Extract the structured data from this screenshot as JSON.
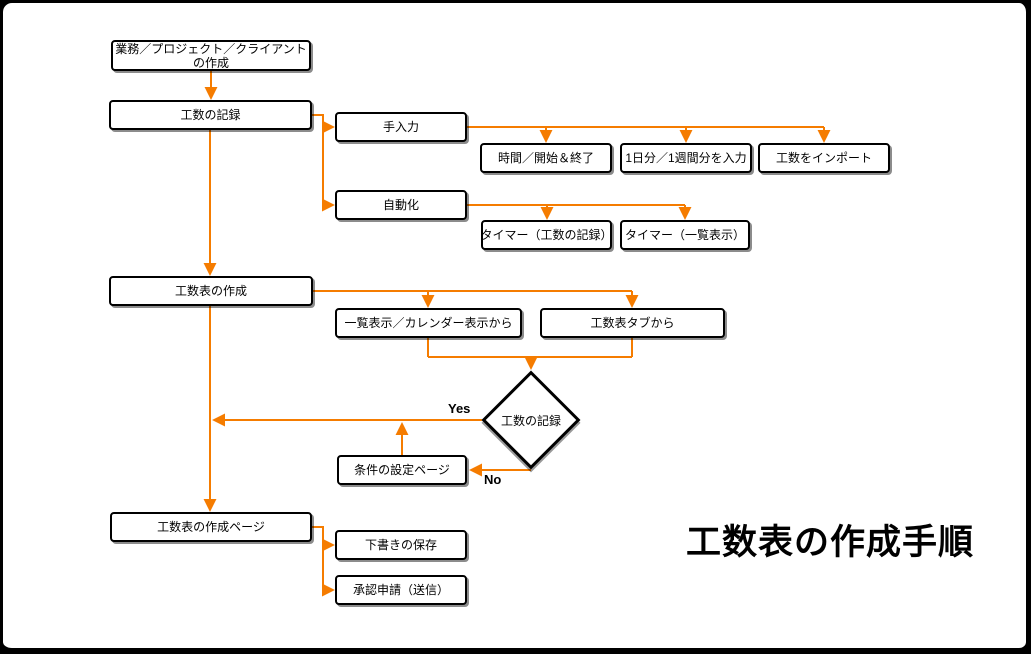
{
  "title": "工数表の作成手順",
  "colors": {
    "arrow": "#F57C00",
    "node_border": "#000000",
    "node_fill": "#ffffff",
    "canvas_fill": "#ffffff",
    "frame_border": "#000000"
  },
  "nodes": {
    "create_entities": "業務／プロジェクト／クライアント\nの作成",
    "record_hours": "工数の記録",
    "manual_entry": "手入力",
    "time_start_end": "時間／開始＆終了",
    "daily_weekly_input": "1日分／1週間分を入力",
    "import_hours": "工数をインポート",
    "automation": "自動化",
    "timer_record": "タイマー（工数の記録）",
    "timer_list": "タイマー（一覧表示）",
    "create_timesheet": "工数表の作成",
    "from_list_calendar": "一覧表示／カレンダー表示から",
    "from_timesheet_tab": "工数表タブから",
    "decision_record_hours": "工数の記録",
    "settings_page": "条件の設定ページ",
    "timesheet_create_page": "工数表の作成ページ",
    "save_draft": "下書きの保存",
    "submit_approval": "承認申請（送信）"
  },
  "edge_labels": {
    "yes": "Yes",
    "no": "No"
  }
}
